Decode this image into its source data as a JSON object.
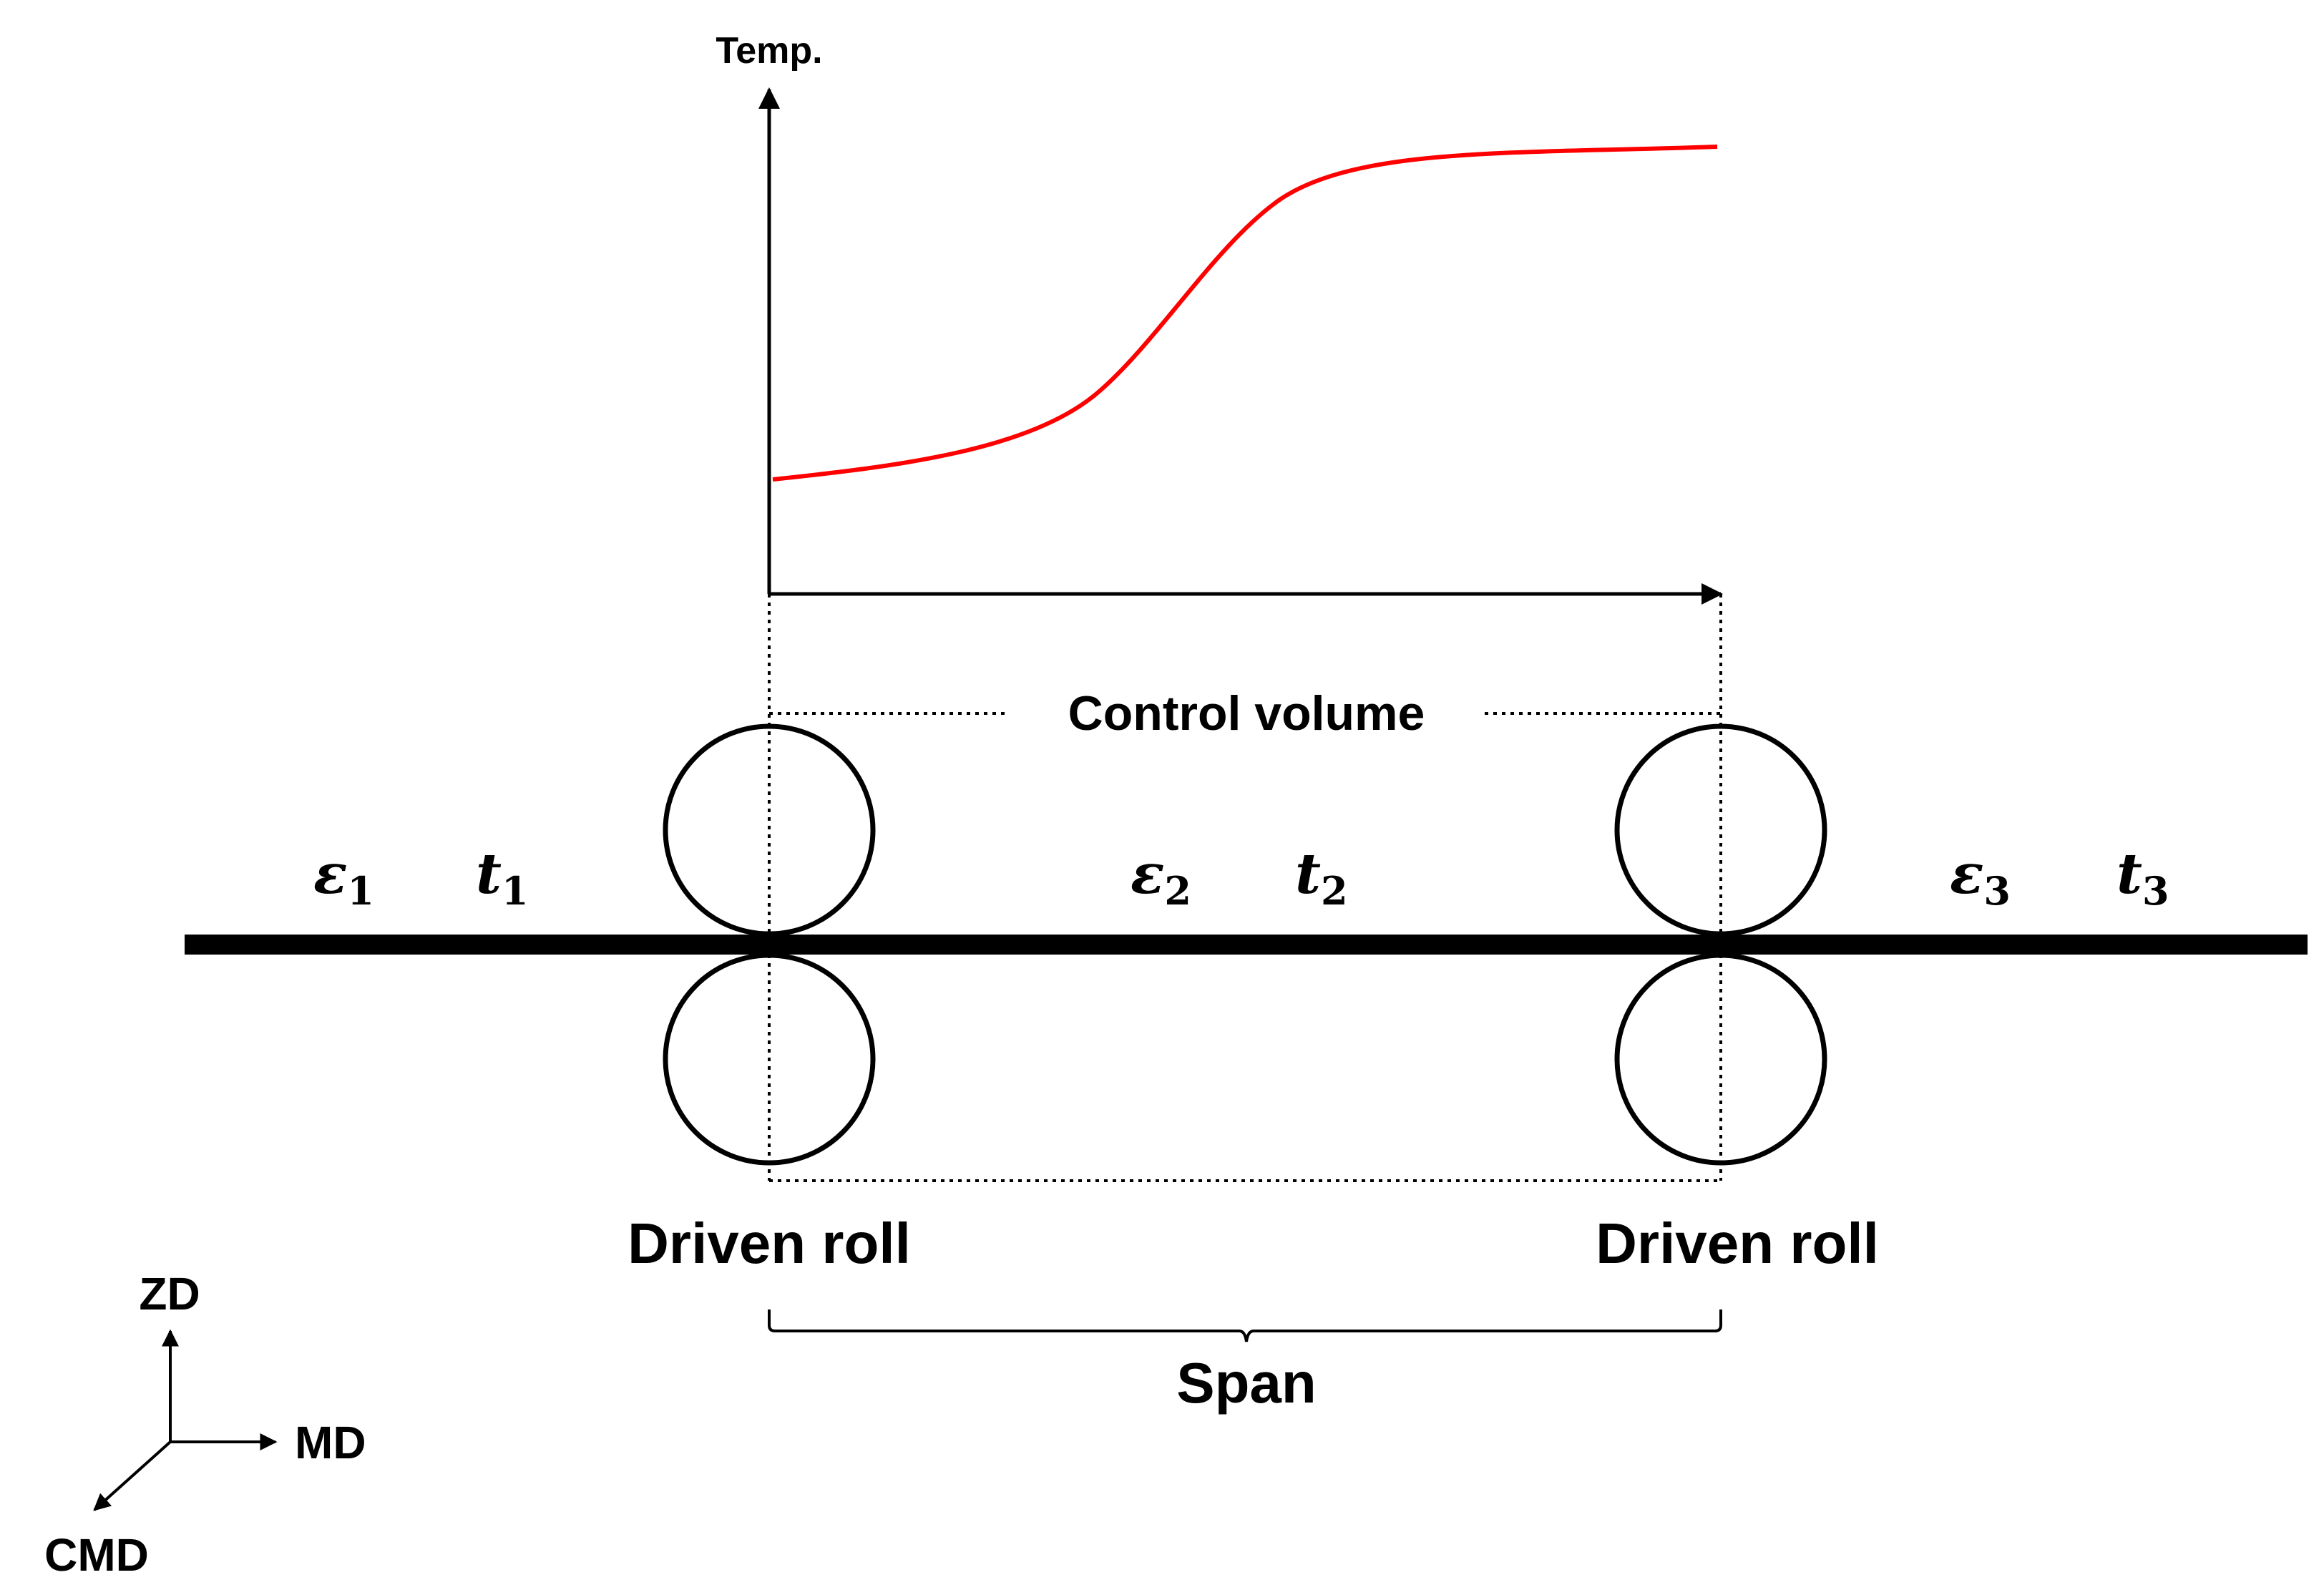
{
  "plot": {
    "y_axis_label": "Temp.",
    "curve_color": "#ff0000"
  },
  "control_volume_label": "Control volume",
  "zones": [
    {
      "strain_symbol": "ε",
      "strain_subscript": "1",
      "tension_symbol": "t",
      "tension_subscript": "1"
    },
    {
      "strain_symbol": "ε",
      "strain_subscript": "2",
      "tension_symbol": "t",
      "tension_subscript": "2"
    },
    {
      "strain_symbol": "ε",
      "strain_subscript": "3",
      "tension_symbol": "t",
      "tension_subscript": "3"
    }
  ],
  "rolls": {
    "left_label": "Driven roll",
    "right_label": "Driven roll"
  },
  "span_label": "Span",
  "axes_triad": {
    "vertical": "ZD",
    "horizontal": "MD",
    "diagonal": "CMD"
  },
  "colors": {
    "line": "#000000",
    "curve": "#ff0000"
  }
}
